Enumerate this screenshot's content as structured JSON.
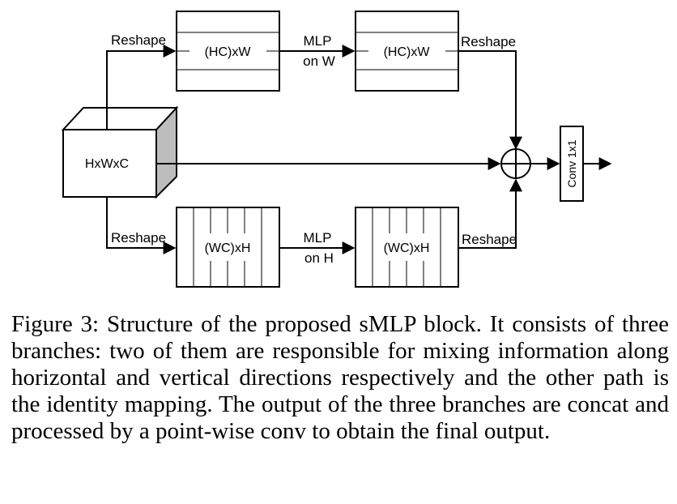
{
  "diagram": {
    "input_label": "HxWxC",
    "top_left_box": "(HC)xW",
    "top_right_box": "(HC)xW",
    "bottom_left_box": "(WC)xH",
    "bottom_right_box": "(WC)xH",
    "reshape_top_in": "Reshape",
    "reshape_top_out": "Reshape",
    "reshape_bottom_in": "Reshape",
    "reshape_bottom_out": "Reshape",
    "mlp_w_line1": "MLP",
    "mlp_w_line2": "on W",
    "mlp_h_line1": "MLP",
    "mlp_h_line2": "on H",
    "conv_label": "Conv 1x1"
  },
  "caption": {
    "text": "Figure 3: Structure of the proposed sMLP block. It consists of three branches: two of them are responsible for mixing information along horizontal and vertical directions respectively and the other path is the identity mapping. The output of the three branches are concat and processed by a point-wise conv to obtain the final output."
  }
}
